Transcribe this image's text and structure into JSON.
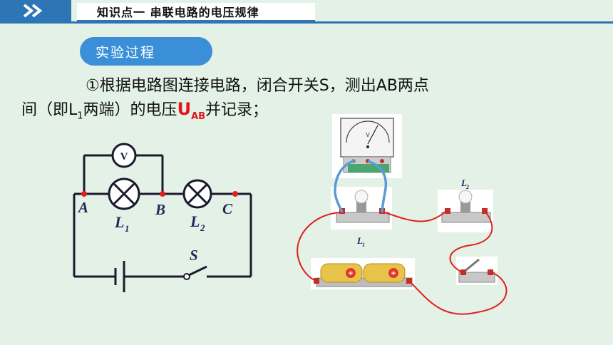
{
  "header": {
    "title": "知识点一  串联电路的电压规律"
  },
  "section": {
    "label": "实验过程"
  },
  "instruction": {
    "line1": "①根据电路图连接电路，闭合开关S，测出AB两点",
    "line2_before": "间（即L",
    "line2_sub": "1",
    "line2_mid": "两端）的电压",
    "voltage_main": "U",
    "voltage_sub": "AB",
    "line2_after": "并记录；"
  },
  "schematic": {
    "voltmeter_label": "V",
    "point_a": "A",
    "point_b": "B",
    "point_c": "C",
    "lamp1_main": "L",
    "lamp1_sub": "1",
    "lamp2_main": "L",
    "lamp2_sub": "2",
    "switch_label": "S"
  },
  "apparatus": {
    "meter_unit": "V",
    "lamp1_main": "L",
    "lamp1_sub": "1",
    "lamp2_main": "L",
    "lamp2_sub": "2",
    "battery_symbol": "+"
  },
  "colors": {
    "accent": "#2e75b6",
    "pill": "#3b8fd8",
    "highlight": "#e3161b",
    "circuit_line": "#1a1a2e",
    "wire_red": "#e02020",
    "wire_blue": "#5b9bd5"
  }
}
